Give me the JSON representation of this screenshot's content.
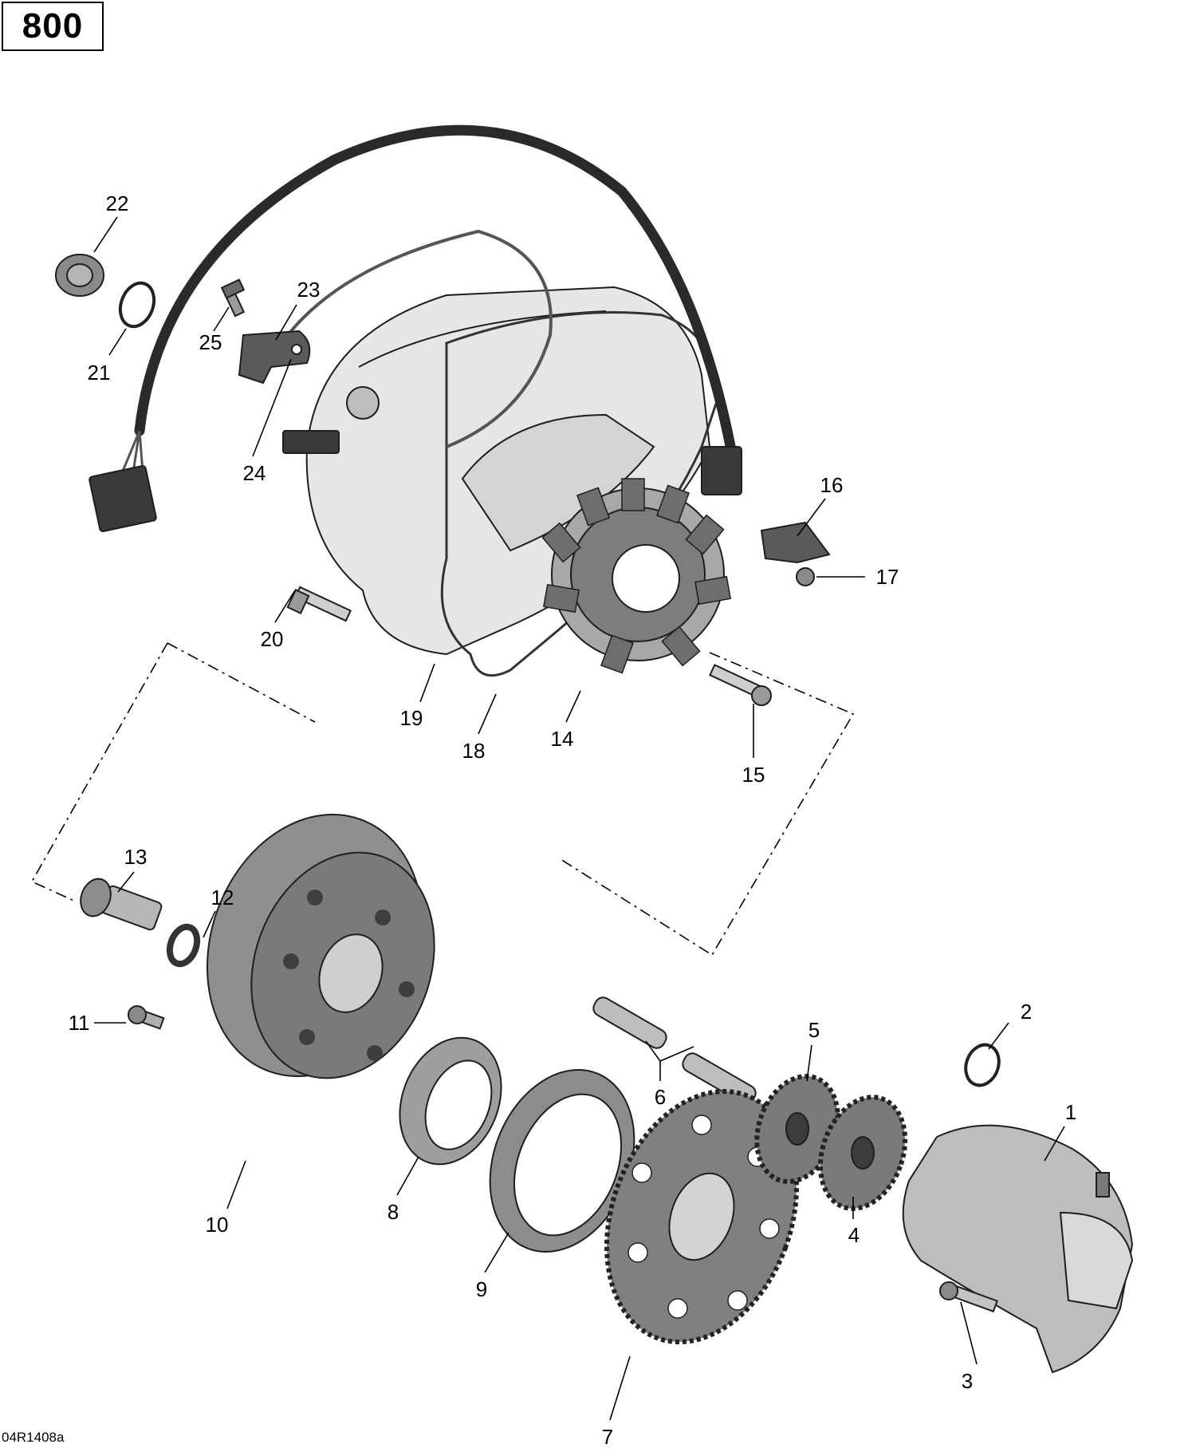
{
  "model_badge": "800",
  "reference_code": "04R1408a",
  "callouts": {
    "c1": "1",
    "c2": "2",
    "c3": "3",
    "c4": "4",
    "c5": "5",
    "c6": "6",
    "c7": "7",
    "c8": "8",
    "c9": "9",
    "c10": "10",
    "c11": "11",
    "c12": "12",
    "c13": "13",
    "c14": "14",
    "c15": "15",
    "c16": "16",
    "c17": "17",
    "c18": "18",
    "c19": "19",
    "c20": "20",
    "c21": "21",
    "c22": "22",
    "c23": "23",
    "c24": "24",
    "c25": "25"
  },
  "colors": {
    "part_fill": "#e4e4e4",
    "part_dark": "#8c8c8c",
    "cable": "#2a2a2a"
  }
}
